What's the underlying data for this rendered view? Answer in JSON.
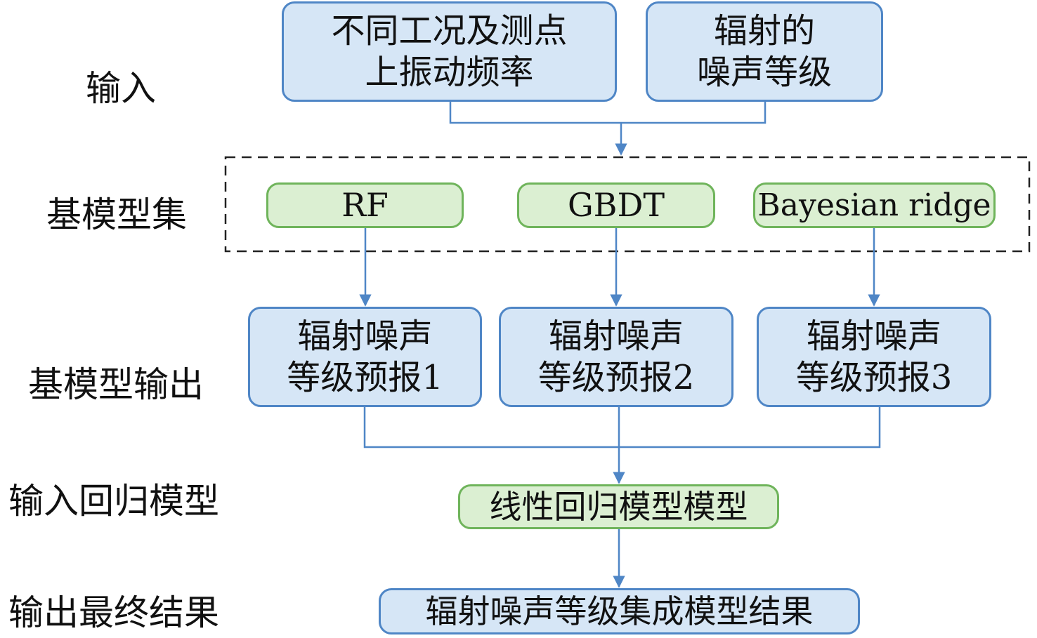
{
  "colors": {
    "blue_fill": "#d6e6f6",
    "blue_border": "#4f86c6",
    "green_fill": "#dbefd2",
    "green_border": "#6fb45b",
    "arrow": "#4f86c6",
    "dashed_border": "#222222"
  },
  "row_labels": {
    "input": "输入",
    "base_model_set": "基模型集",
    "base_model_output": "基模型输出",
    "input_regression": "输入回归模型",
    "final_output": "输出最终结果"
  },
  "inputs": {
    "vibration": {
      "line1": "不同工况及测点",
      "line2": "上振动频率"
    },
    "noise": {
      "line1": "辐射的",
      "line2": "噪声等级"
    }
  },
  "base_models": {
    "rf": "RF",
    "gbdt": "GBDT",
    "bayesian": "Bayesian ridge"
  },
  "base_outputs": {
    "out1": {
      "line1": "辐射噪声",
      "line2": "等级预报1"
    },
    "out2": {
      "line1": "辐射噪声",
      "line2": "等级预报2"
    },
    "out3": {
      "line1": "辐射噪声",
      "line2": "等级预报3"
    }
  },
  "regression_model": "线性回归模型模型",
  "final_result": "辐射噪声等级集成模型结果"
}
